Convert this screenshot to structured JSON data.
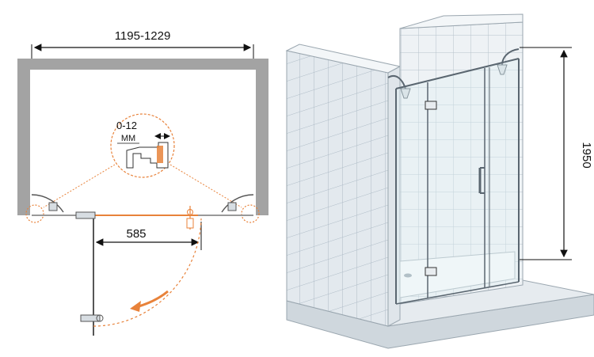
{
  "plan_view": {
    "width_label": "1195-1229",
    "door_opening_label": "585",
    "detail": {
      "adjust_label": "0-12",
      "unit_label": "MM"
    }
  },
  "perspective_view": {
    "height_label": "1950"
  },
  "colors": {
    "accent": "#e8823a",
    "wall_gray": "#a3a3a3",
    "tile_fill": "#eef2f5",
    "tile_line": "#b6c2cc",
    "glass_frame": "#5a6670"
  }
}
